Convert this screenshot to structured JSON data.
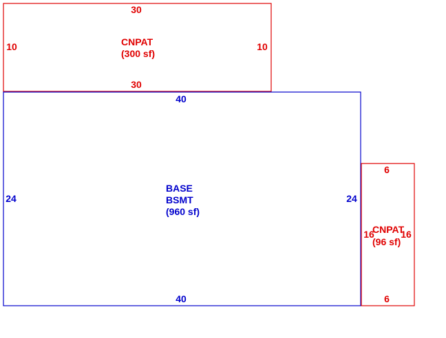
{
  "colors": {
    "cnpat": "#e00000",
    "base": "#0000cc",
    "background": "#ffffff"
  },
  "areas": {
    "cnpat_top": {
      "name": "CNPAT",
      "area": "(300 sf)",
      "dims": {
        "top": "30",
        "bottom": "30",
        "left": "10",
        "right": "10"
      }
    },
    "base": {
      "name_line1": "BASE",
      "name_line2": "BSMT",
      "area": "(960 sf)",
      "dims": {
        "top": "40",
        "bottom": "40",
        "left": "24",
        "right": "24"
      }
    },
    "cnpat_side": {
      "name": "CNPAT",
      "area": "(96 sf)",
      "dims": {
        "top": "6",
        "bottom": "6",
        "left": "16",
        "right": "16"
      }
    }
  }
}
